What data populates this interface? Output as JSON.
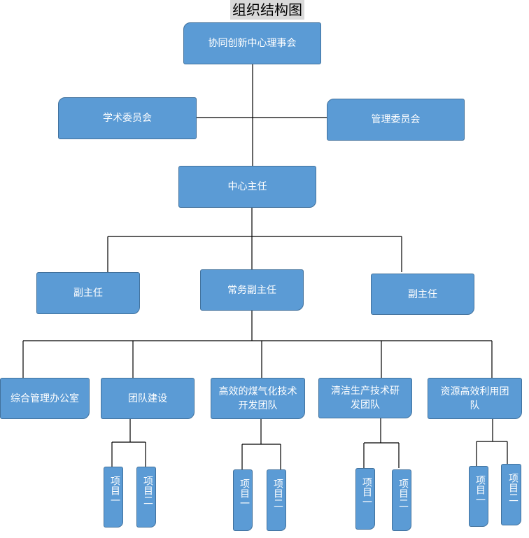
{
  "title": "组织结构图",
  "nodes": {
    "council": "协同创新中心理事会",
    "academic": "学术委员会",
    "management": "管理委员会",
    "director": "中心主任",
    "deputy_left": "副主任",
    "exec_deputy": "常务副主任",
    "deputy_right": "副主任",
    "office": "综合管理办公室",
    "team_building": "团队建设",
    "coal_gas": "高效的煤气化技术开发团队",
    "clean_prod": "清洁生产技术研发团队",
    "resource_use": "资源高效利用团队"
  },
  "projects": {
    "p1": "项目一",
    "p2": "项目二"
  },
  "colors": {
    "box_fill": "#5b9bd5",
    "box_border": "#41719c",
    "connector": "#000000",
    "title_bg": "#d9d9d9"
  }
}
